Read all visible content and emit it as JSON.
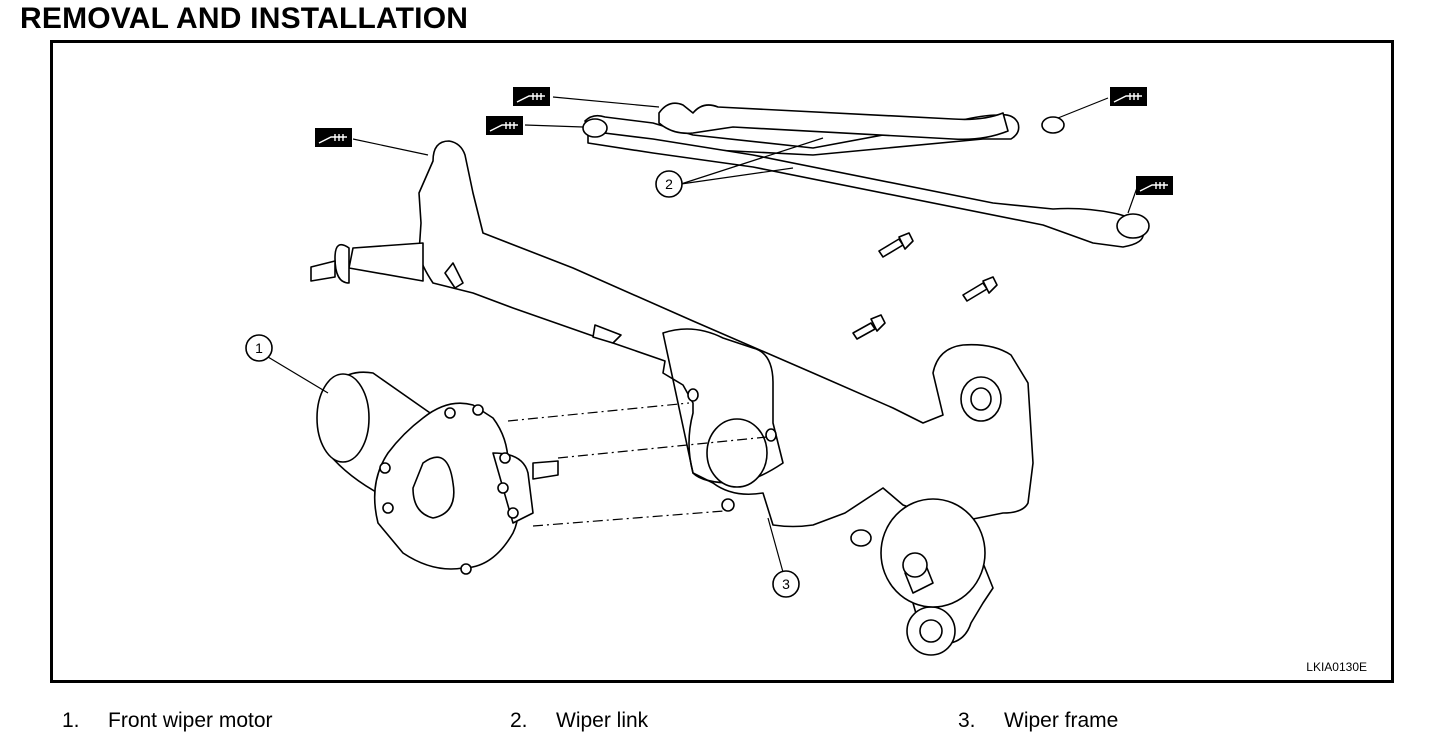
{
  "title": "REMOVAL AND INSTALLATION",
  "figure_ref": "LKIA0130E",
  "callouts": [
    "1",
    "2",
    "3"
  ],
  "legend": [
    {
      "num": "1.",
      "label": "Front wiper motor"
    },
    {
      "num": "2.",
      "label": "Wiper link"
    },
    {
      "num": "3.",
      "label": "Wiper frame"
    }
  ]
}
